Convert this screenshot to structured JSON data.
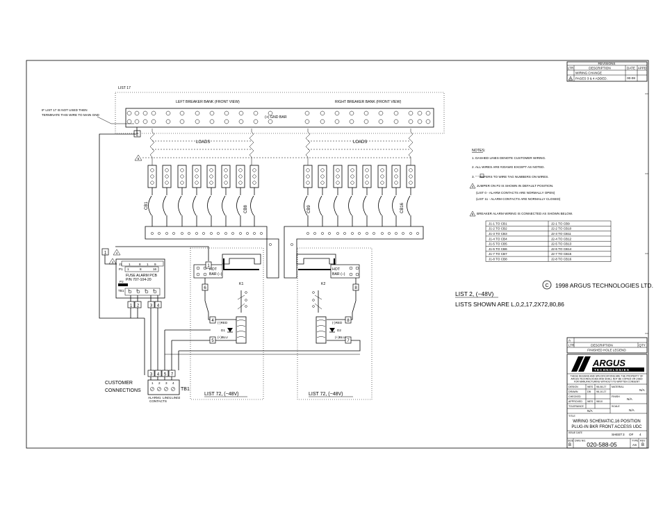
{
  "revisions": {
    "title": "REVISIONS",
    "headers": [
      "LTR",
      "DESCRIPTION",
      "DATE",
      "APPD"
    ],
    "rows": [
      {
        "ltr": "",
        "desc": "WIRING CHANGE",
        "date": "",
        "appd": ""
      },
      {
        "ltr": "A",
        "desc": "PAGES 3 & 4 ADDED.",
        "date": "00-08",
        "appd": ""
      }
    ]
  },
  "list17": "LIST 17",
  "left_bank": "LEFT BREAKER BANK (FRONT VIEW)",
  "right_bank": "RIGHT BREAKER BANK (FRONT VIEW)",
  "gnd_bar": "(+) GND BAR",
  "note_list17": [
    "IF LIST 17 IS NOT USED THEN",
    "TERMINATE THIS WIRE TO MAIN GND"
  ],
  "loads_left": "LOADS",
  "loads_right": "LOADS",
  "breaker_labels": [
    "CB1",
    "CB8",
    "CB9",
    "CB16"
  ],
  "wire_tags": {
    "gnd": "2",
    "pcb": "1",
    "hot1": "6",
    "hot2": "8",
    "k1a": "4",
    "k1b": "5",
    "k2a": "8",
    "k2b": "7"
  },
  "relays": [
    "K1",
    "K2"
  ],
  "hot_bar": [
    "HOT",
    "BAR (–)"
  ],
  "diodes": [
    "D1",
    "D2"
  ],
  "coil_labels": [
    "(-)RED",
    "(+)BLU"
  ],
  "pcb": {
    "j1_label": "J1",
    "j1_pins": [
      "1",
      "8",
      "1",
      "9"
    ],
    "p1_label": "P1",
    "p1_pins": [
      "1",
      "8",
      "16"
    ],
    "name": "FUSE ALARM PCB",
    "pn": "P/N 707-104-20",
    "p2": "P2",
    "tb1": "TB1",
    "tb_pins": [
      "1",
      "2",
      "3",
      "4"
    ]
  },
  "tb_tags_top": [
    "1",
    "2",
    "3",
    "4"
  ],
  "tb_tags_bottom": [
    "3",
    "4",
    "5",
    "7"
  ],
  "customer": [
    "CUSTOMER",
    "CONNECTIONS"
  ],
  "tb1_label": "TB1",
  "tb1_pins": [
    "1",
    "2",
    "3",
    "4"
  ],
  "tb1_sub": [
    "ALARM1",
    "LIN01",
    "LIN02",
    "CONTACTS"
  ],
  "list72_left": "LIST 72, (−48V)",
  "list72_right": "LIST 72, (−48V)",
  "notes": {
    "title": "NOTES:",
    "items": [
      "1. DASHED LINES DENOTE CUSTOMER WIRING.",
      "2. ALL WIRES ARE #20AWG EXCEPT AS NOTED.",
      "3. \" \" REFERS TO WIRE TAG NUMBERS ON WIRES.",
      "JUMPER ON P2 IS SHOWN IN DEFAULT POSITION.",
      "(LIST 0 - ALARM CONTACTS ARE NORMALLY OPEN)",
      "(LIST 11 - ALARM CONTACTS ARE NORMALLY CLOSED)",
      "BREAKER ALARM WIRING IS CONNECTED AS SHOWN BELOW."
    ]
  },
  "alarm_table": [
    [
      "J1-1 TO CB1",
      "J2-1 TO CB9"
    ],
    [
      "J1-2 TO CB2",
      "J2-2 TO CB10"
    ],
    [
      "J1-3 TO CB3",
      "J2-3 TO CB11"
    ],
    [
      "J1-4 TO CB4",
      "J2-4 TO CB12"
    ],
    [
      "J1-5 TO CB5",
      "J2-5 TO CB13"
    ],
    [
      "J1-6 TO CB6",
      "J2-6 TO CB14"
    ],
    [
      "J1-7 TO CB7",
      "J2-7 TO CB15"
    ],
    [
      "J1-8 TO CB8",
      "J2-8 TO CB16"
    ]
  ],
  "copyright": "1998 ARGUS TECHNOLOGIES LTD.",
  "list2": "LIST 2, (−48V)",
  "lists_shown": "LISTS SHOWN ARE L,0,2,17,2X72,80,86",
  "legend": {
    "ltr_value": "A",
    "headers": [
      "LTR",
      "DESCRIPTION",
      "QTY"
    ],
    "finished": "FINISHED HOLE LEGEND"
  },
  "title_block": {
    "brand": "ARGUS",
    "brand_sub": "TECHNOLOGIES",
    "disclaimer": [
      "THESE DESIGNS AND SPECIFICATIONS ARE THE PROPERTY OF",
      "ARGUS TECHNOLOGIES AND SHALL NOT BE COPIED OR USED",
      "FOR MANUFACTURING WITHOUT ITS WRITTEN CONSENT"
    ],
    "design": "DESIGN",
    "design_by": "WES",
    "design_date": "98-08-27",
    "material": "MATERIAL",
    "material_val": "N/A",
    "drawn": "DRAWN",
    "drawn_by": "DB",
    "drawn_date": "98-10-27",
    "checked": "CHECKED",
    "finish": "FINISH",
    "finish_val": "N/A",
    "approved": "APPROVED",
    "approved_by": "WES",
    "approved_date": "98/10",
    "tolerance": "TOLERANCE",
    "tolerance_val": "N/A",
    "scale": "SCALE",
    "scale_val": "N/A",
    "title_label": "TITLE",
    "title_lines": [
      "WIRING SCHEMATIC,16 POSITION",
      "PLUG-IN BKR FRONT ACCESS UDC"
    ],
    "issue_date": "ISSUE DATE",
    "sheet": "SHEET",
    "sheet_num": "3",
    "of": "OF",
    "sheet_total": "4",
    "size": "SIZE",
    "size_val": "B",
    "dwg_label": "DWG NO.",
    "dwg_no": "020-588-05",
    "type_label": "TYPE",
    "type_val": "AS",
    "rev_label": "REV",
    "rev_val": "B"
  },
  "colors": {
    "ink": "#000000",
    "paper": "#ffffff"
  }
}
